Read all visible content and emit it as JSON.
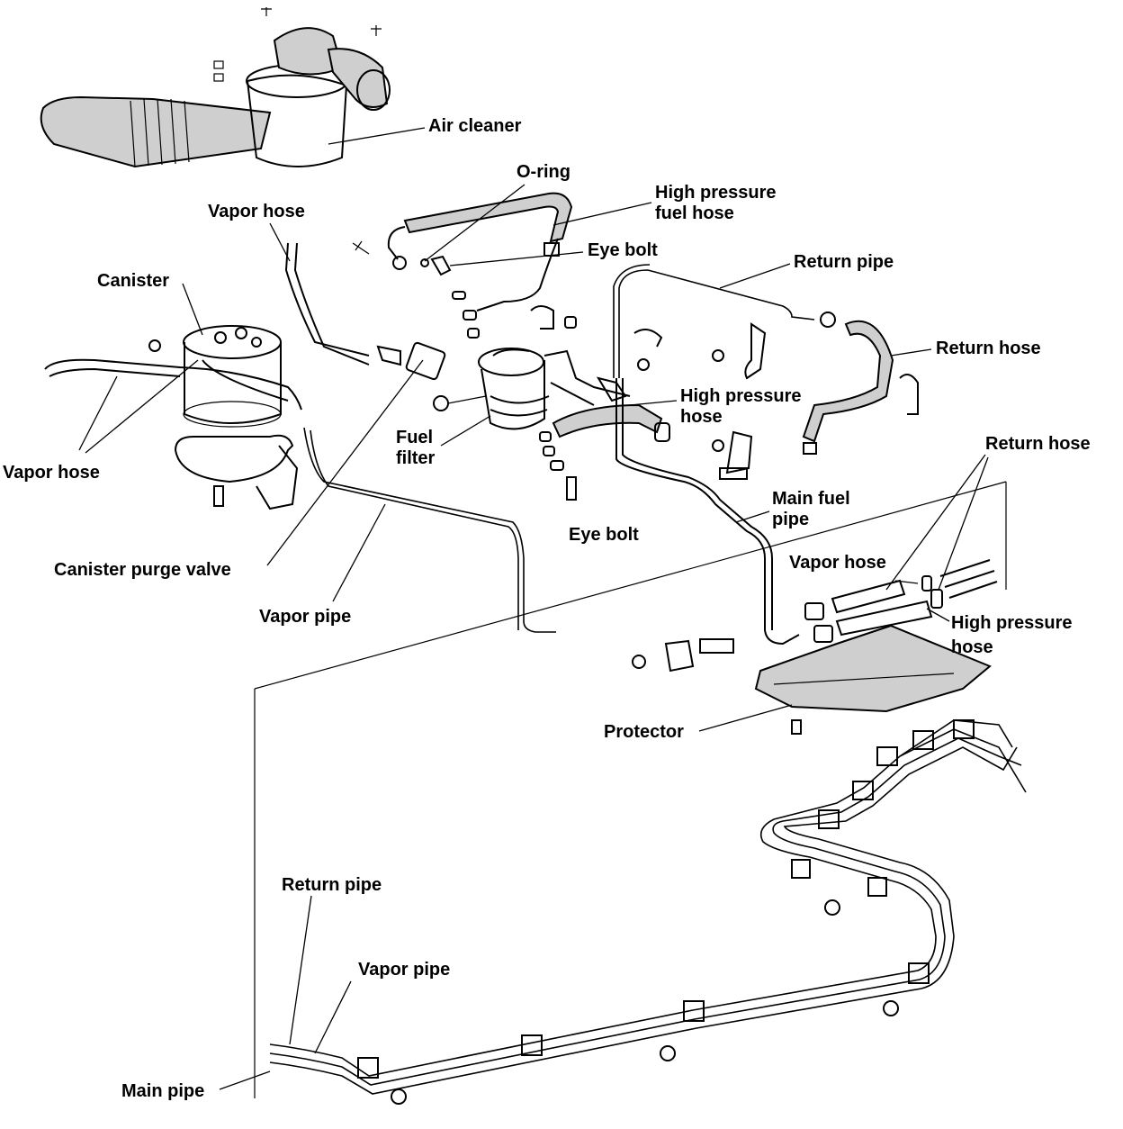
{
  "labels": {
    "air_cleaner": "Air cleaner",
    "o_ring": "O-ring",
    "high_pressure_fuel_hose": [
      "High pressure",
      "fuel hose"
    ],
    "vapor_hose_top": "Vapor hose",
    "eye_bolt_top": "Eye bolt",
    "return_pipe_top": "Return pipe",
    "canister": "Canister",
    "return_hose_mid": "Return hose",
    "high_pressure_hose_mid": [
      "High pressure",
      "hose"
    ],
    "fuel_filter": [
      "Fuel",
      "filter"
    ],
    "vapor_hose_left": "Vapor hose",
    "return_hose_right": "Return hose",
    "main_fuel_pipe": [
      "Main fuel",
      "pipe"
    ],
    "eye_bolt_bottom": "Eye bolt",
    "vapor_hose_right": "Vapor hose",
    "canister_purge_valve": "Canister purge valve",
    "high_pressure_hose_right": [
      "High pressure",
      "hose"
    ],
    "vapor_pipe_mid": "Vapor pipe",
    "protector": "Protector",
    "return_pipe_bottom": "Return pipe",
    "vapor_pipe_bottom": "Vapor pipe",
    "main_pipe": "Main pipe"
  }
}
